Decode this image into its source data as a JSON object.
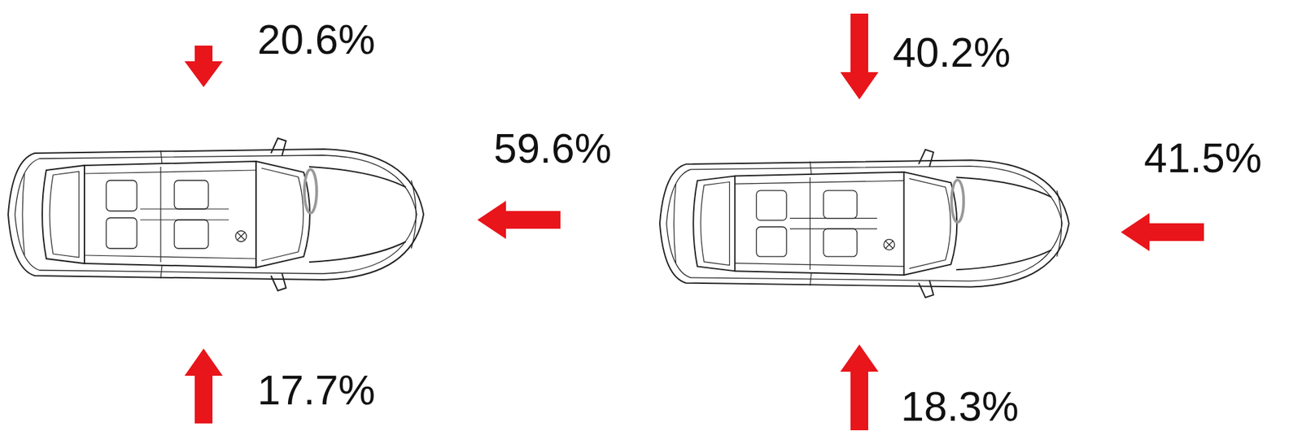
{
  "diagram": {
    "labels": [
      "20.6%",
      "17.7%",
      "59.6%",
      "40.2%",
      "41.5%",
      "18.3%"
    ]
  }
}
